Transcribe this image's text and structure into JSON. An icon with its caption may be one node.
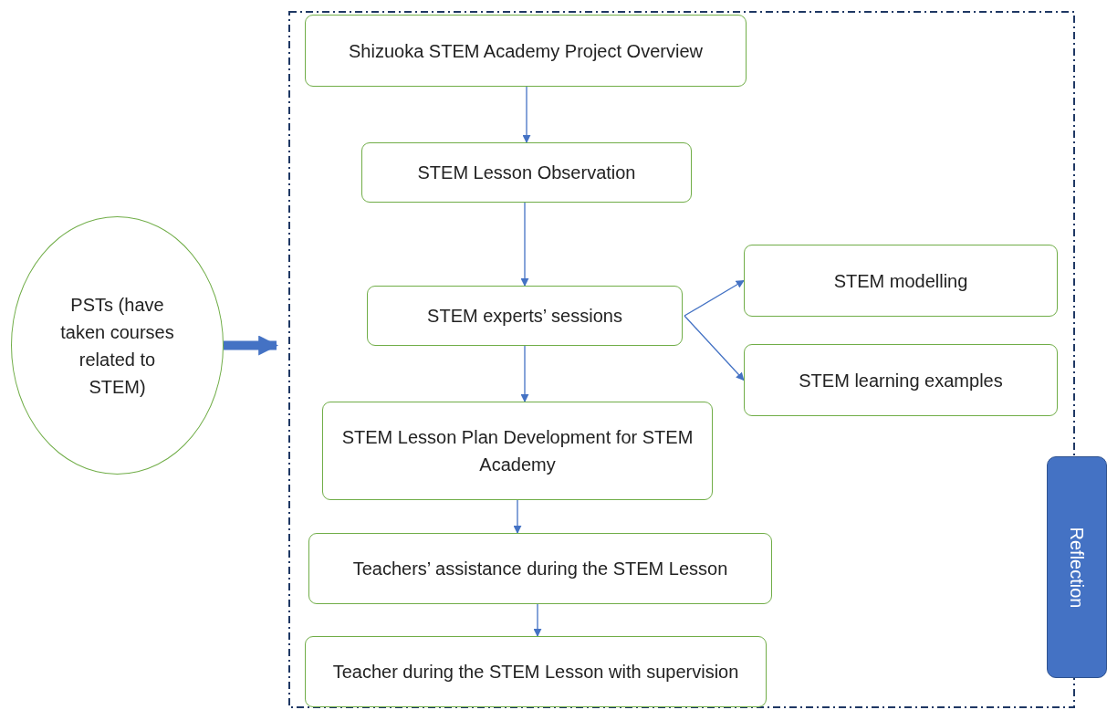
{
  "diagram": {
    "nodes": [
      {
        "text": [
          "PSTs (have taken courses related to STEM)"
        ]
      },
      {
        "text": [],
        "shape": "box"
      },
      {
        "text": [
          "Shizuoka STEM Academy Project Overview"
        ],
        "in": 1
      },
      {
        "text": [
          "STEM Lesson Observation"
        ],
        "in": 1
      },
      {
        "text": [
          "STEM experts’ sessions"
        ],
        "in": 1
      },
      {
        "text": [
          "STEM modelling"
        ],
        "in": 1
      },
      {
        "text": [
          "STEM learning examples"
        ],
        "in": 1
      },
      {
        "text": [
          "STEM Lesson Plan Development for STEM Academy"
        ],
        "in": 1
      },
      {
        "text": [
          "Teachers’ assistance during the STEM Lesson"
        ],
        "in": 1
      },
      {
        "text": [
          "Teacher during the STEM Lesson with supervision"
        ],
        "in": 1
      },
      {
        "text": [
          "Reflection"
        ]
      }
    ],
    "edges": [
      {
        "from": 0,
        "to": 1,
        "arrow": "to",
        "style": "thick"
      },
      {
        "from": 2,
        "to": 3,
        "arrow": "to"
      },
      {
        "from": 3,
        "to": 4,
        "arrow": "to"
      },
      {
        "from": 4,
        "to": 5,
        "arrow": "to"
      },
      {
        "from": 4,
        "to": 6,
        "arrow": "to"
      },
      {
        "from": 4,
        "to": 7,
        "arrow": "to"
      },
      {
        "from": 7,
        "to": 8,
        "arrow": "to"
      },
      {
        "from": 8,
        "to": 9,
        "arrow": "to"
      }
    ]
  }
}
